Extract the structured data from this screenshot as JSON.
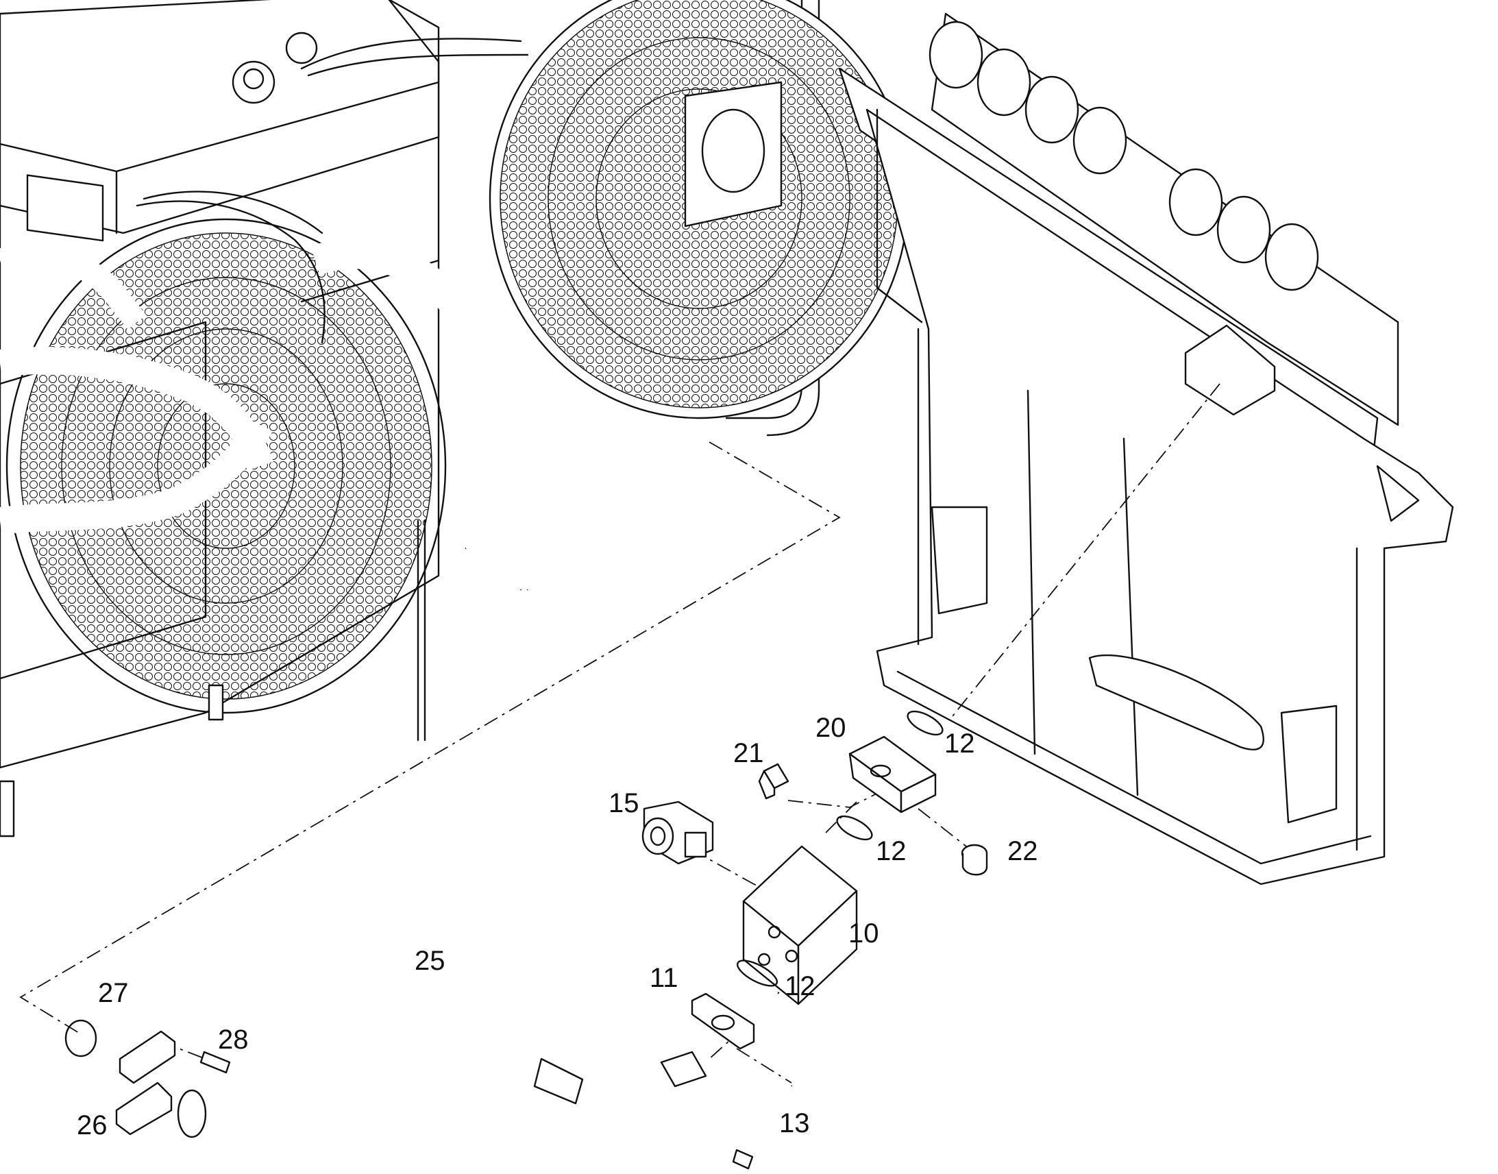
{
  "colors": {
    "line": "#111111",
    "background": "#ffffff"
  },
  "callouts": {
    "c10": "10",
    "c11": "11",
    "c12a": "12",
    "c12b": "12",
    "c12c": "12",
    "c13": "13",
    "c15": "15",
    "c20": "20",
    "c21": "21",
    "c22": "22",
    "c25": "25",
    "c26": "26",
    "c27": "27",
    "c28": "28"
  }
}
